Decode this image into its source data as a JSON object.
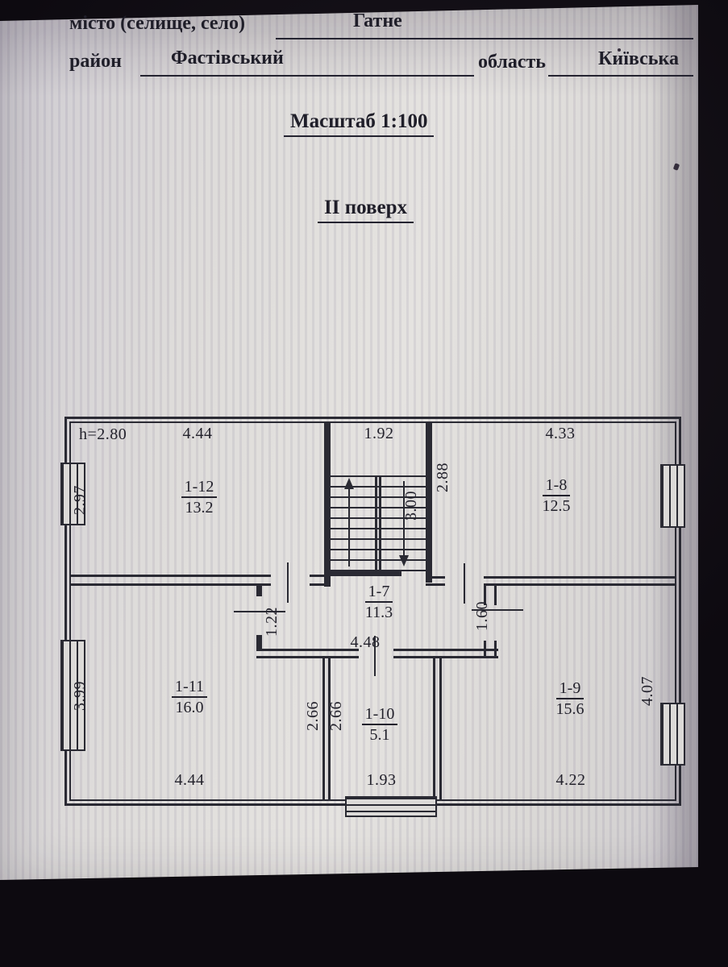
{
  "header": {
    "settlement_label": "місто (селище, село)",
    "settlement_value": "Гатне",
    "district_label": "район",
    "district_value": "Фастівський",
    "region_label": "область",
    "region_value": "Київська"
  },
  "titles": {
    "scale": "Масштаб 1:100",
    "floor": "ІІ поверх"
  },
  "plan": {
    "note_height": "h=2.80",
    "rooms": [
      {
        "id": "1-12",
        "area": "13.2"
      },
      {
        "id": "1-8",
        "area": "12.5"
      },
      {
        "id": "1-7",
        "area": "11.3"
      },
      {
        "id": "1-11",
        "area": "16.0"
      },
      {
        "id": "1-10",
        "area": "5.1"
      },
      {
        "id": "1-9",
        "area": "15.6"
      }
    ],
    "dims": {
      "top_left": "4.44",
      "top_middle": "1.92",
      "top_right": "4.33",
      "left_upper": "2.97",
      "left_lower": "3.99",
      "right_side": "4.07",
      "stairs_depth": "3.00",
      "room_1_8_side": "2.88",
      "hall_left": "1.22",
      "hall_right": "1.60",
      "hall_width": "4.48",
      "room_1_11_side": "2.66",
      "room_1_10_side": "2.66",
      "bottom_left": "4.44",
      "bottom_middle": "1.93",
      "bottom_right": "4.22"
    }
  }
}
